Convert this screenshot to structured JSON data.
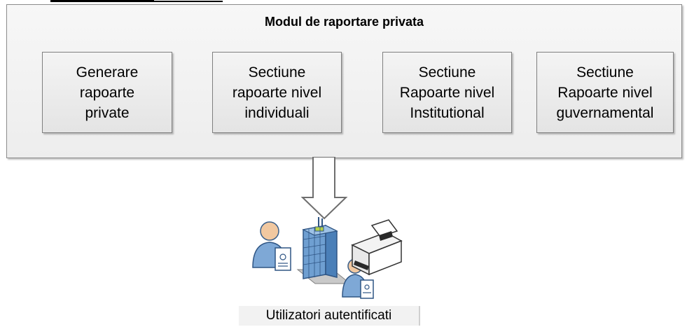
{
  "module": {
    "title": "Modul de raportare privata",
    "boxes": [
      {
        "label": "Generare\nrapoarte\nprivate"
      },
      {
        "label": "Sectiune\nrapoarte   nivel\nindividuali"
      },
      {
        "label": "Sectiune\nRapoarte nivel\nInstitutional"
      },
      {
        "label": "Sectiune\nRapoarte nivel\nguvernamental"
      }
    ]
  },
  "caption": "Utilizatori autentificati",
  "icons": [
    "user-icon",
    "building-icon",
    "printer-icon",
    "user-icon"
  ]
}
